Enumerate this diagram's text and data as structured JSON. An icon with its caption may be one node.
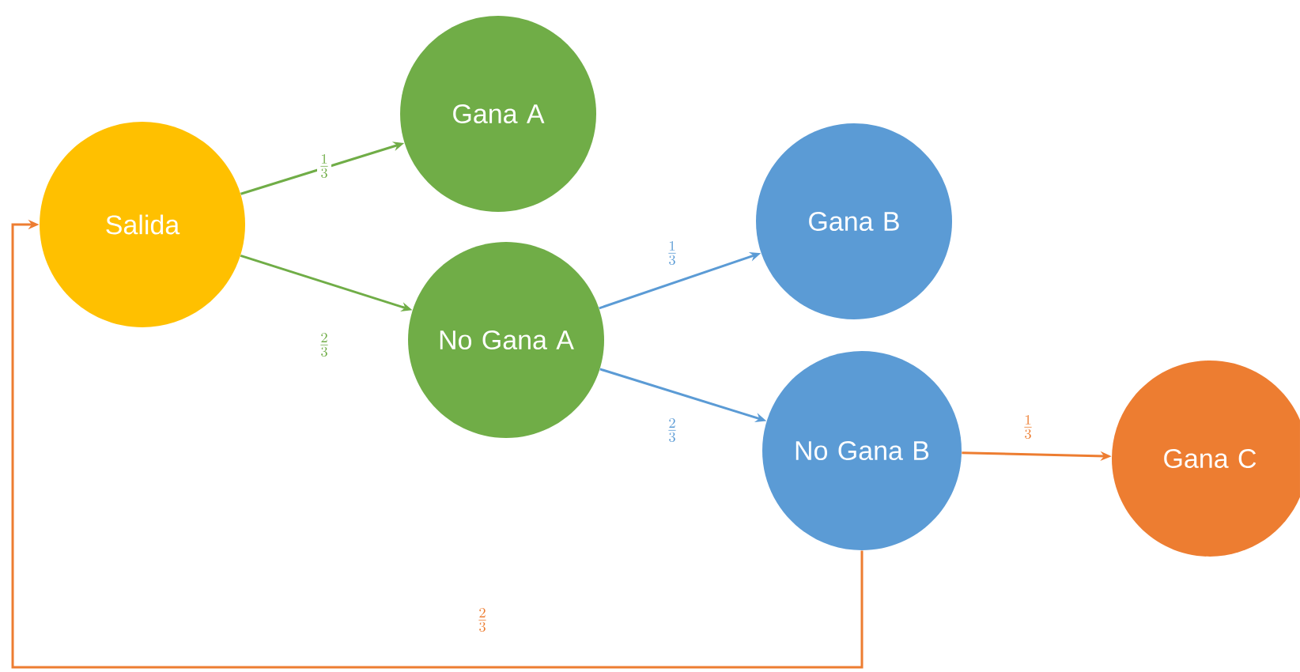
{
  "diagram": {
    "nodes": [
      {
        "text": [
          "Salida"
        ]
      },
      {
        "text": [
          "Gana A"
        ]
      },
      {
        "text": [
          "No Gana A"
        ]
      },
      {
        "text": [
          "Gana B"
        ]
      },
      {
        "text": [
          "No Gana B"
        ]
      },
      {
        "text": [
          "Gana C"
        ]
      }
    ],
    "edges": [
      {
        "from": 0,
        "to": 1,
        "arrow": "to",
        "label": "\\frac{1}{3}",
        "color": "#70ad47"
      },
      {
        "from": 0,
        "to": 2,
        "arrow": "to",
        "label": "\\frac{2}{3}",
        "color": "#70ad47"
      },
      {
        "from": 2,
        "to": 3,
        "arrow": "to",
        "label": "\\frac{1}{3}",
        "color": "#5b9bd5"
      },
      {
        "from": 2,
        "to": 4,
        "arrow": "to",
        "label": "\\frac{2}{3}",
        "color": "#5b9bd5"
      },
      {
        "from": 4,
        "to": 5,
        "arrow": "to",
        "label": "\\frac{1}{3}",
        "color": "#ed7d31"
      },
      {
        "from": 4,
        "to": 0,
        "arrow": "to",
        "label": "\\frac{2}{3}",
        "color": "#ed7d31"
      }
    ]
  }
}
